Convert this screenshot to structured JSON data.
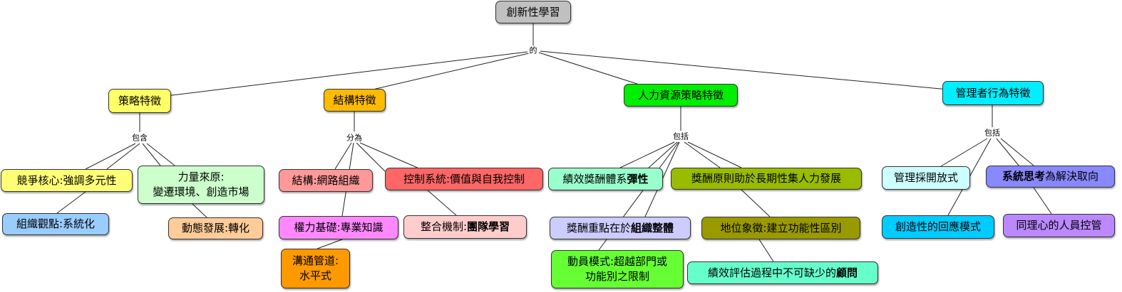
{
  "root": {
    "label": "創新性學習",
    "color": "#c0c0c0"
  },
  "connectors": {
    "root": "的",
    "strategy": "包含",
    "structure": "分為",
    "hr": "包括",
    "manager": "包括"
  },
  "categories": {
    "strategy": {
      "label": "策略特徵",
      "color": "#ffff66"
    },
    "structure": {
      "label": "結構特徵",
      "color": "#ffbb00"
    },
    "hr": {
      "label": "人力資源策略特徵",
      "color": "#00ee00"
    },
    "manager": {
      "label": "管理者行為特徵",
      "color": "#00eeff"
    }
  },
  "leaves": {
    "s1": {
      "text": "競爭核心:強調多元性",
      "color": "#ffff77"
    },
    "s2": {
      "line1": "力量來原:",
      "line2": "變遷環境、創造市場",
      "color": "#ccffcc"
    },
    "s3": {
      "text": "組織觀點:系統化",
      "color": "#99ccff"
    },
    "s4": {
      "text": "動態發展:轉化",
      "color": "#ffcc99"
    },
    "t1": {
      "text": "結構:網路組織",
      "color": "#ff9999"
    },
    "t2": {
      "text": "控制系統:價值與自我控制",
      "color": "#ff6666"
    },
    "t3": {
      "text": "權力基礎:專業知識",
      "color": "#ff88ff"
    },
    "t4": {
      "pre": "整合機制:",
      "bold": "團隊學習",
      "color": "#ffcccc"
    },
    "t5": {
      "line1": "溝通管道:",
      "line2": "水平式",
      "color": "#ff9900"
    },
    "h1": {
      "pre": "績效獎酬體系",
      "bold": "彈性",
      "color": "#99ffcc"
    },
    "h2": {
      "text": "獎酬原則助於長期性集人力發展",
      "color": "#99bb00"
    },
    "h3": {
      "pre": "獎酬重點在於",
      "bold": "組織整體",
      "color": "#ccccff"
    },
    "h4": {
      "text": "地位象徵:建立功能性區別",
      "color": "#999900"
    },
    "h5": {
      "line1": "動員模式:超越部門或",
      "line2": "功能別之限制",
      "color": "#66ff33"
    },
    "h6": {
      "pre": "績效評估過程中不可缺少的",
      "bold": "顧問",
      "color": "#66ffcc"
    },
    "m1": {
      "text": "管理採開放式",
      "color": "#ccffff"
    },
    "m2": {
      "bold": "系統思考",
      "post": "為解決取向",
      "color": "#8888ff"
    },
    "m3": {
      "text": "創造性的回應模式",
      "color": "#00ccff"
    },
    "m4": {
      "text": "同理心的人員控管",
      "color": "#bb88ff"
    }
  }
}
